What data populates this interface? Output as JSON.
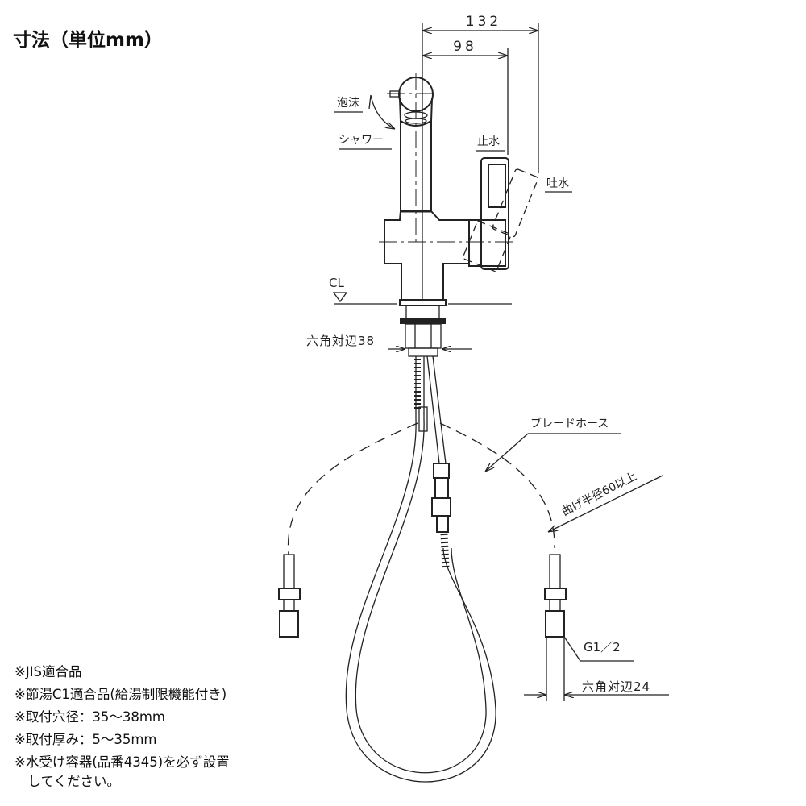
{
  "title": "寸法（単位mm）",
  "dimensions": {
    "overall_reach": "132",
    "lever_reach": "98",
    "hex_base": "六角対辺38",
    "hex_valve": "六角対辺24",
    "thread": "G1／2",
    "bend_radius": "曲げ半径60以上",
    "centerline": "CL"
  },
  "labels": {
    "foam": "泡沫",
    "shower": "シャワー",
    "stop": "止水",
    "discharge": "吐水",
    "braided_hose": "ブレードホース"
  },
  "notes": [
    "※JIS適合品",
    "※節湯C1適合品(給湯制限機能付き)",
    "※取付穴径：35〜38mm",
    "※取付厚み：5〜35mm",
    "※水受け容器(品番4345)を必ず設置",
    "　してください。"
  ]
}
